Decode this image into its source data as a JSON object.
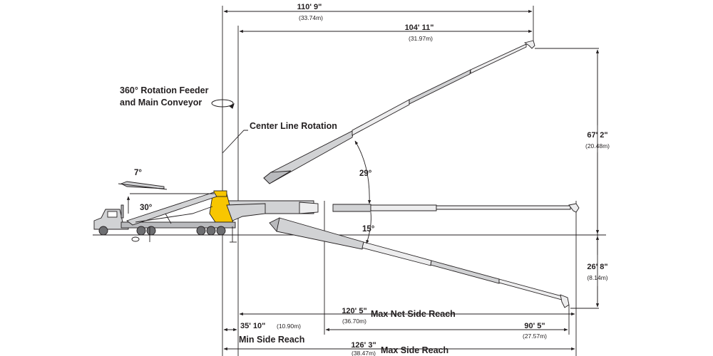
{
  "colors": {
    "line": "#231f20",
    "boom_light": "#ededee",
    "boom_mid": "#d1d2d4",
    "boom_dark": "#b9babd",
    "tower_yellow": "#f8c600",
    "truck_body": "#c7c8ca",
    "background": "#ffffff"
  },
  "labels": {
    "rotation_feeder_line1": "360° Rotation Feeder",
    "rotation_feeder_line2": "and Main Conveyor",
    "center_line_rotation": "Center Line Rotation",
    "max_net_side_reach": "Max Net Side Reach",
    "min_side_reach": "Min Side Reach",
    "max_side_reach": "Max Side Reach"
  },
  "angles": {
    "feeder_incline": "7°",
    "feeder_lift": "30°",
    "boom_upper": "29°",
    "boom_lower": "15°"
  },
  "dimensions": {
    "overall_top": {
      "imperial": "110' 9\"",
      "metric": "(33.74m)"
    },
    "boom_top": {
      "imperial": "104' 11\"",
      "metric": "(31.97m)"
    },
    "height_above": {
      "imperial": "67' 2\"",
      "metric": "(20.48m)"
    },
    "depth_below": {
      "imperial": "26' 8\"",
      "metric": "(8.14m)"
    },
    "max_net_side_reach": {
      "imperial": "120' 5\"",
      "metric": "(36.70m)"
    },
    "min_side_reach": {
      "imperial": "35' 10\"",
      "metric": "(10.90m)"
    },
    "lower_reach": {
      "imperial": "90' 5\"",
      "metric": "(27.57m)"
    },
    "max_side_reach": {
      "imperial": "126' 3\"",
      "metric": "(38.47m)"
    }
  }
}
